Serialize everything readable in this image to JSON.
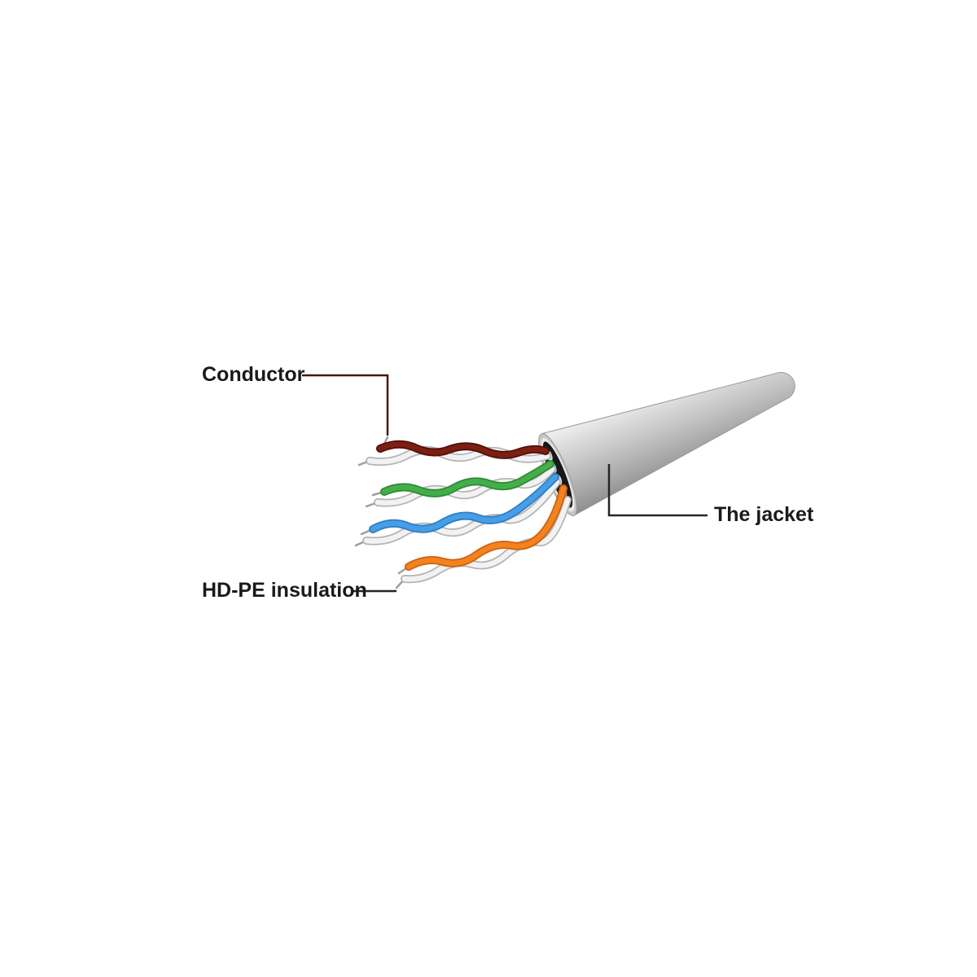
{
  "diagram": {
    "labels": {
      "conductor": "Conductor",
      "insulation": "HD-PE insulation",
      "jacket": "The jacket"
    },
    "colors": {
      "background": "#ffffff",
      "label_text": "#1a1a1a",
      "leader_conductor": "#47170b",
      "leader_dark": "#262626",
      "jacket_gray": "#c6c6c6",
      "jacket_liner": "#e9e9e9",
      "cable_interior": "#181818",
      "wire_white": "#f2f2f2",
      "wire_brown": "#7c1e12",
      "wire_green": "#43ae4a",
      "wire_blue": "#459ee6",
      "wire_orange": "#f4821f",
      "bare_conductor": "#9e9e9e"
    }
  }
}
